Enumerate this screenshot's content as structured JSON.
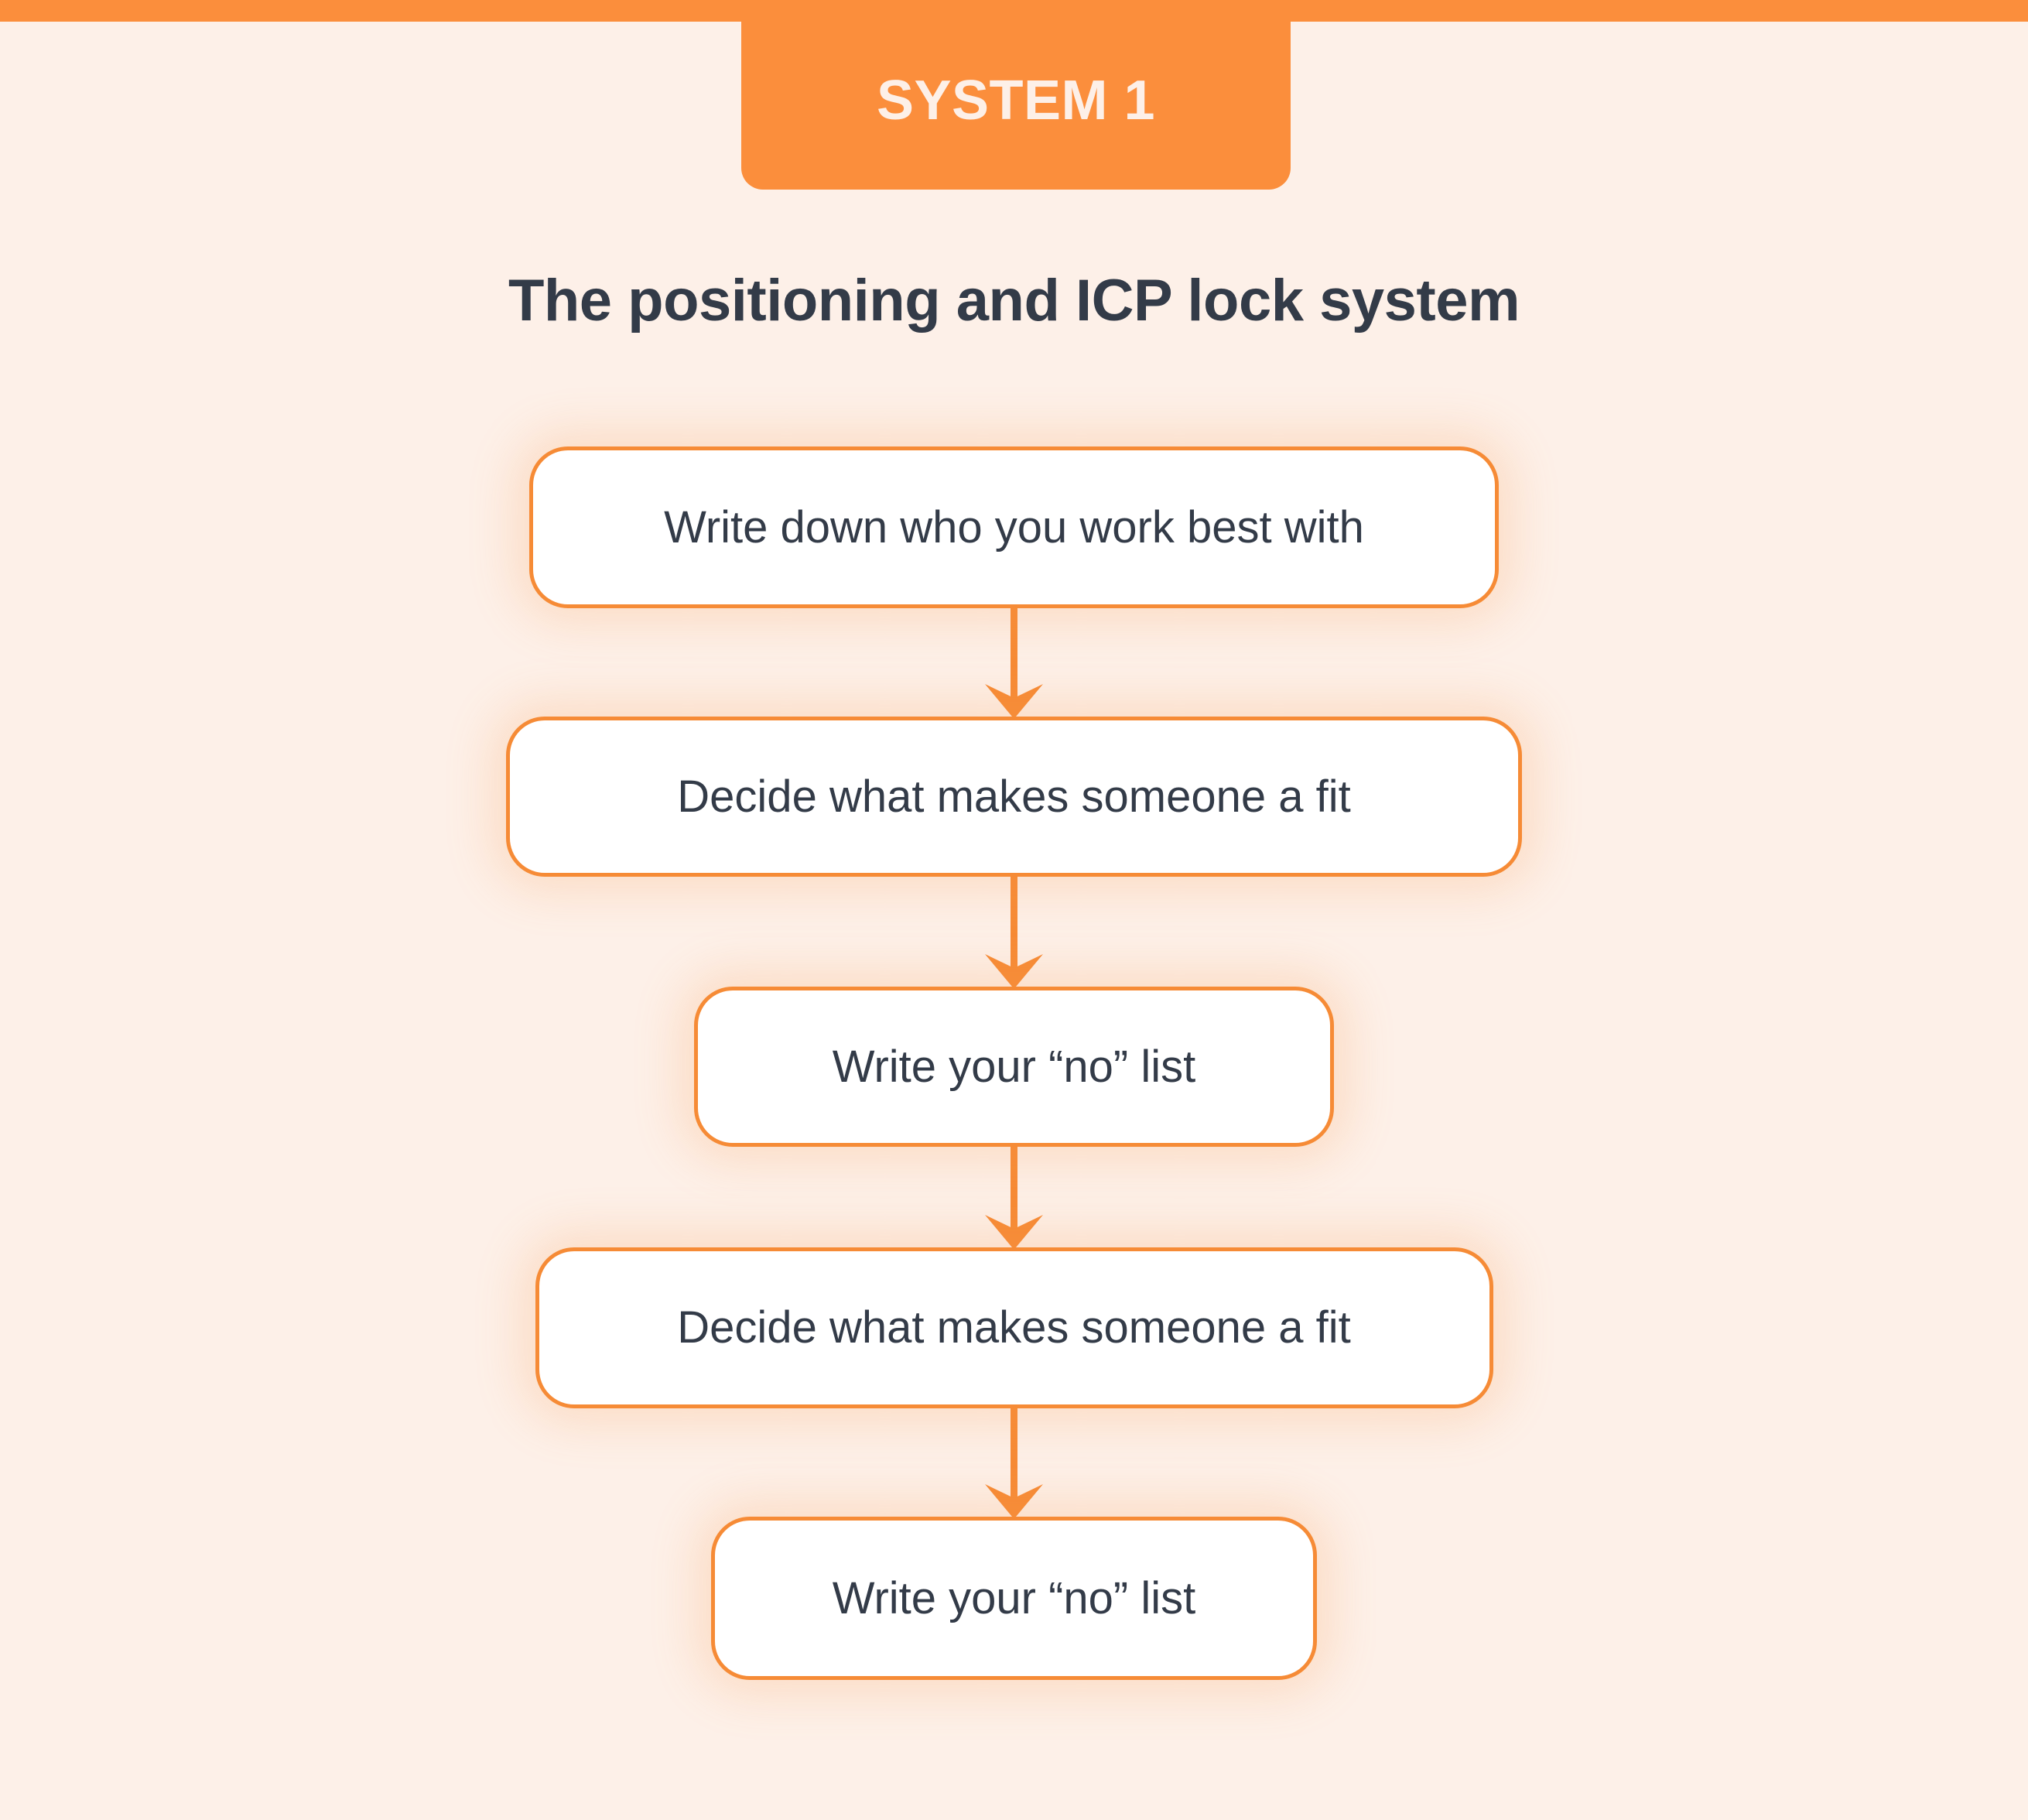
{
  "theme": {
    "background": "#FDF0E8",
    "accent_orange": "#FB8E3C",
    "border_orange": "#F68B36",
    "text_dark": "#333B48",
    "node_fill": "#FFFFFF"
  },
  "header": {
    "badge_label": "SYSTEM 1",
    "title": "The positioning and ICP lock system"
  },
  "flow": {
    "nodes": [
      {
        "label": "Write down who you work best with"
      },
      {
        "label": "Decide what makes someone a fit"
      },
      {
        "label": "Write your “no” list"
      },
      {
        "label": "Decide what makes someone a fit"
      },
      {
        "label": "Write your “no” list"
      }
    ],
    "connector_icon": "arrow-down-icon",
    "connector_count": 4
  }
}
